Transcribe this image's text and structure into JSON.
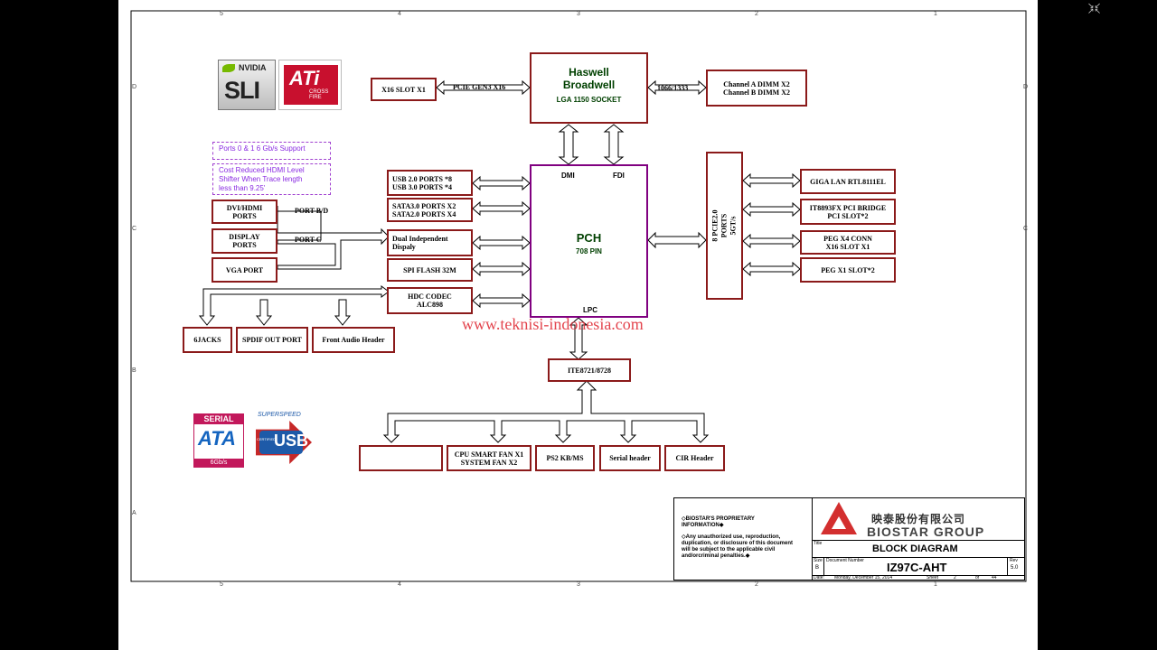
{
  "cpu": {
    "line1": "Haswell",
    "line2": "Broadwell",
    "socket": "LGA 1150 SOCKET"
  },
  "pch": {
    "title": "PCH",
    "pins": "708 PIN",
    "dmi": "DMI",
    "fdi": "FDI",
    "lpc": "LPC"
  },
  "blocks": {
    "x16_slot": "X16 SLOT X1",
    "dimm": "Channel A DIMM X2\nChannel B DIMM X2",
    "usb": "USB 2.0 PORTS *8\nUSB 3.0 PORTS *4",
    "sata": "SATA3.0 PORTS X2\nSATA2.0 PORTS X4",
    "dual_display": "Dual Independent\nDispaly",
    "spi": "SPI FLASH 32M",
    "hdc": "HDC CODEC\nALC898",
    "dvi": "DVI/HDMI\nPORTS",
    "displayport": "DISPLAY\nPORTS",
    "vga": "VGA PORT",
    "jacks": "6JACKS",
    "spdif": "SPDIF OUT PORT",
    "front_audio": "Front Audio Header",
    "pcie_ports": "8 PCIE2.0 PORTS\n5GT/s",
    "lan": "GIGA LAN RTL8111EL",
    "pci_bridge": "IT8893FX PCI BRIDGE\nPCI SLOT*2",
    "peg_x4": "PEG X4 CONN\nX16 SLOT X1",
    "peg_x1": "PEG X1 SLOT*2",
    "ite": "ITE8721/8728",
    "blank": "",
    "fan": "CPU SMART FAN X1\nSYSTEM FAN X2",
    "ps2": "PS2 KB/MS",
    "serial": "Serial header",
    "cir": "CIR Header"
  },
  "labels": {
    "pcie_gen3": "PCIE GEN3 X16",
    "mem_speed": "1066/1333",
    "port_bd": "PORT B/D",
    "port_c": "PORT C"
  },
  "annotations": {
    "ports_support": "Ports 0 & 1 6 Gb/s Support",
    "hdmi_note": "Cost Reduced HDMI Level\nShifter When Trace length\nless than 9.25'"
  },
  "watermark": "www.teknisi-indonesia.com",
  "logos": {
    "sli_brand": "NVIDIA",
    "sli": "SLI",
    "ati": "ATi",
    "crossfire": "CROSS\nFIRE",
    "sata_top": "SERIAL",
    "sata_mid": "ATA",
    "sata_speed": "6Gb/s",
    "usb_top": "SUPERSPEED",
    "usb_cert": "CERTIFIED",
    "usb": "USB"
  },
  "titleblock": {
    "proprietary": "◇BIOSTAR'S PROPRIETARY\nINFORMATION◆",
    "notice": "◇Any unauthorized use, reproduction,\nduplication, or disclosure of this document\nwill be subject to the applicable civil\nand/orcriminal penalties.◆",
    "company_cn": "映泰股份有限公司",
    "company_en": "BIOSTAR GROUP",
    "title_label": "Title",
    "title": "BLOCK DIAGRAM",
    "size_label": "Size",
    "size": "B",
    "docnum_label": "Document Number",
    "docnum": "IZ97C-AHT",
    "rev_label": "Rev",
    "rev": "5.0",
    "date_label": "Date:",
    "date": "Monday, December 15, 2014",
    "sheet_label": "Sheet",
    "sheet": "2",
    "of_label": "of",
    "total": "44"
  },
  "frame": {
    "cols": [
      "5",
      "4",
      "3",
      "2",
      "1"
    ],
    "rows": [
      "D",
      "C",
      "B",
      "A"
    ]
  },
  "window_icon": "collapse-arrows-icon",
  "colors": {
    "block_border": "#8b1a1a",
    "pch_border": "#800080",
    "annotation": "#8a2be2",
    "watermark": "#e0303a"
  }
}
